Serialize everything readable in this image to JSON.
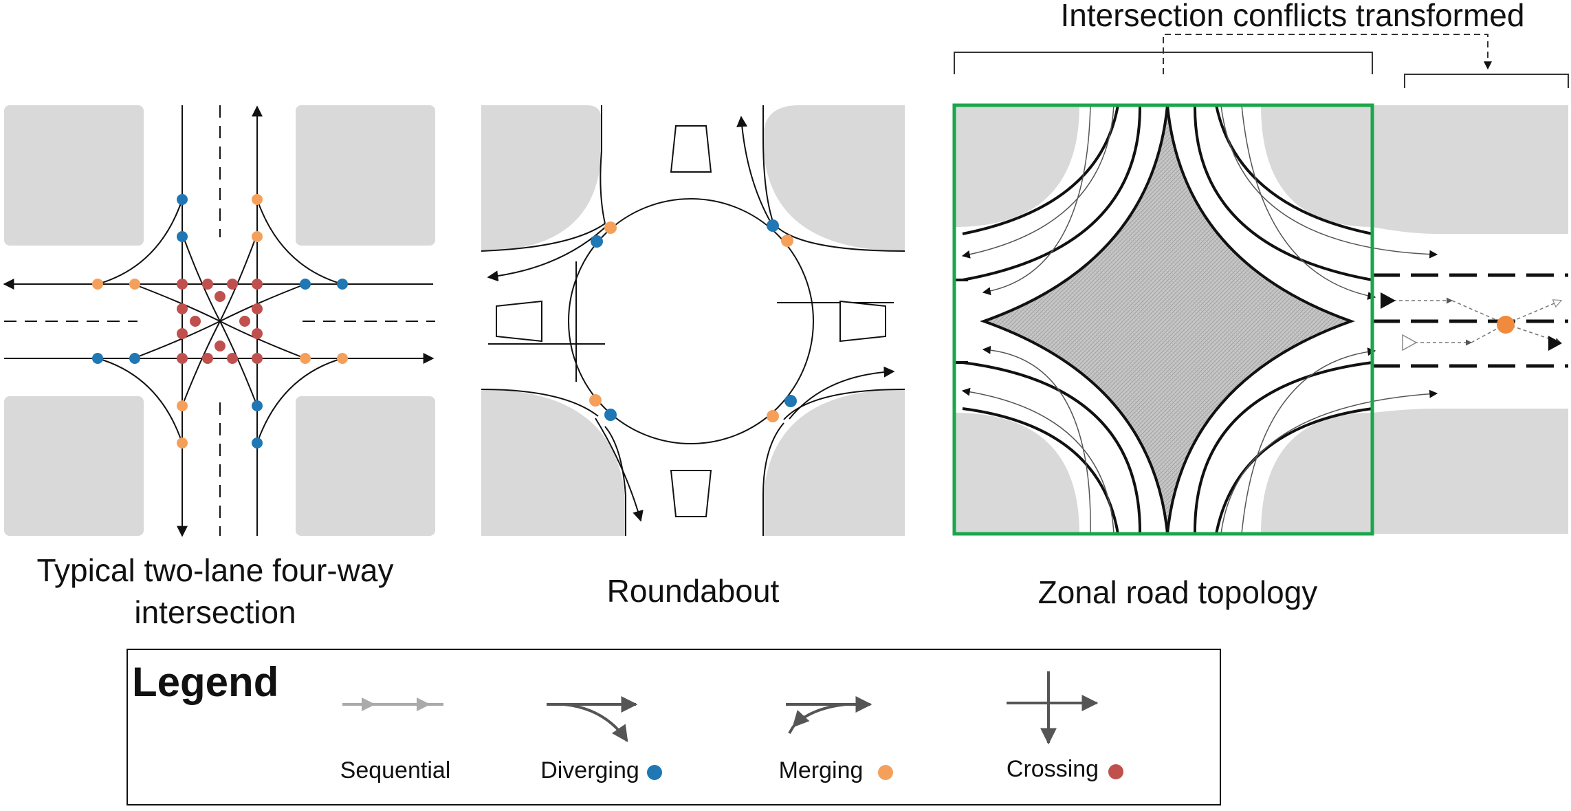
{
  "header": {
    "title": "Intersection conflicts transformed"
  },
  "panels": [
    {
      "caption_line1": "Typical two-lane four-way",
      "caption_line2": "intersection"
    },
    {
      "caption": "Roundabout"
    },
    {
      "caption": "Zonal road topology"
    }
  ],
  "legend": {
    "title": "Legend",
    "items": [
      {
        "label": "Sequential",
        "color": ""
      },
      {
        "label": "Diverging",
        "color": "#1f77b4"
      },
      {
        "label": "Merging",
        "color": "#f5a05a"
      },
      {
        "label": "Crossing",
        "color": "#c0504d"
      }
    ]
  },
  "colors": {
    "diverging": "#1f77b4",
    "merging": "#f5a05a",
    "crossing": "#c0504d",
    "block": "#d9d9d9",
    "zone_border": "#1aa64a",
    "transform_point": "#f08a3c"
  }
}
